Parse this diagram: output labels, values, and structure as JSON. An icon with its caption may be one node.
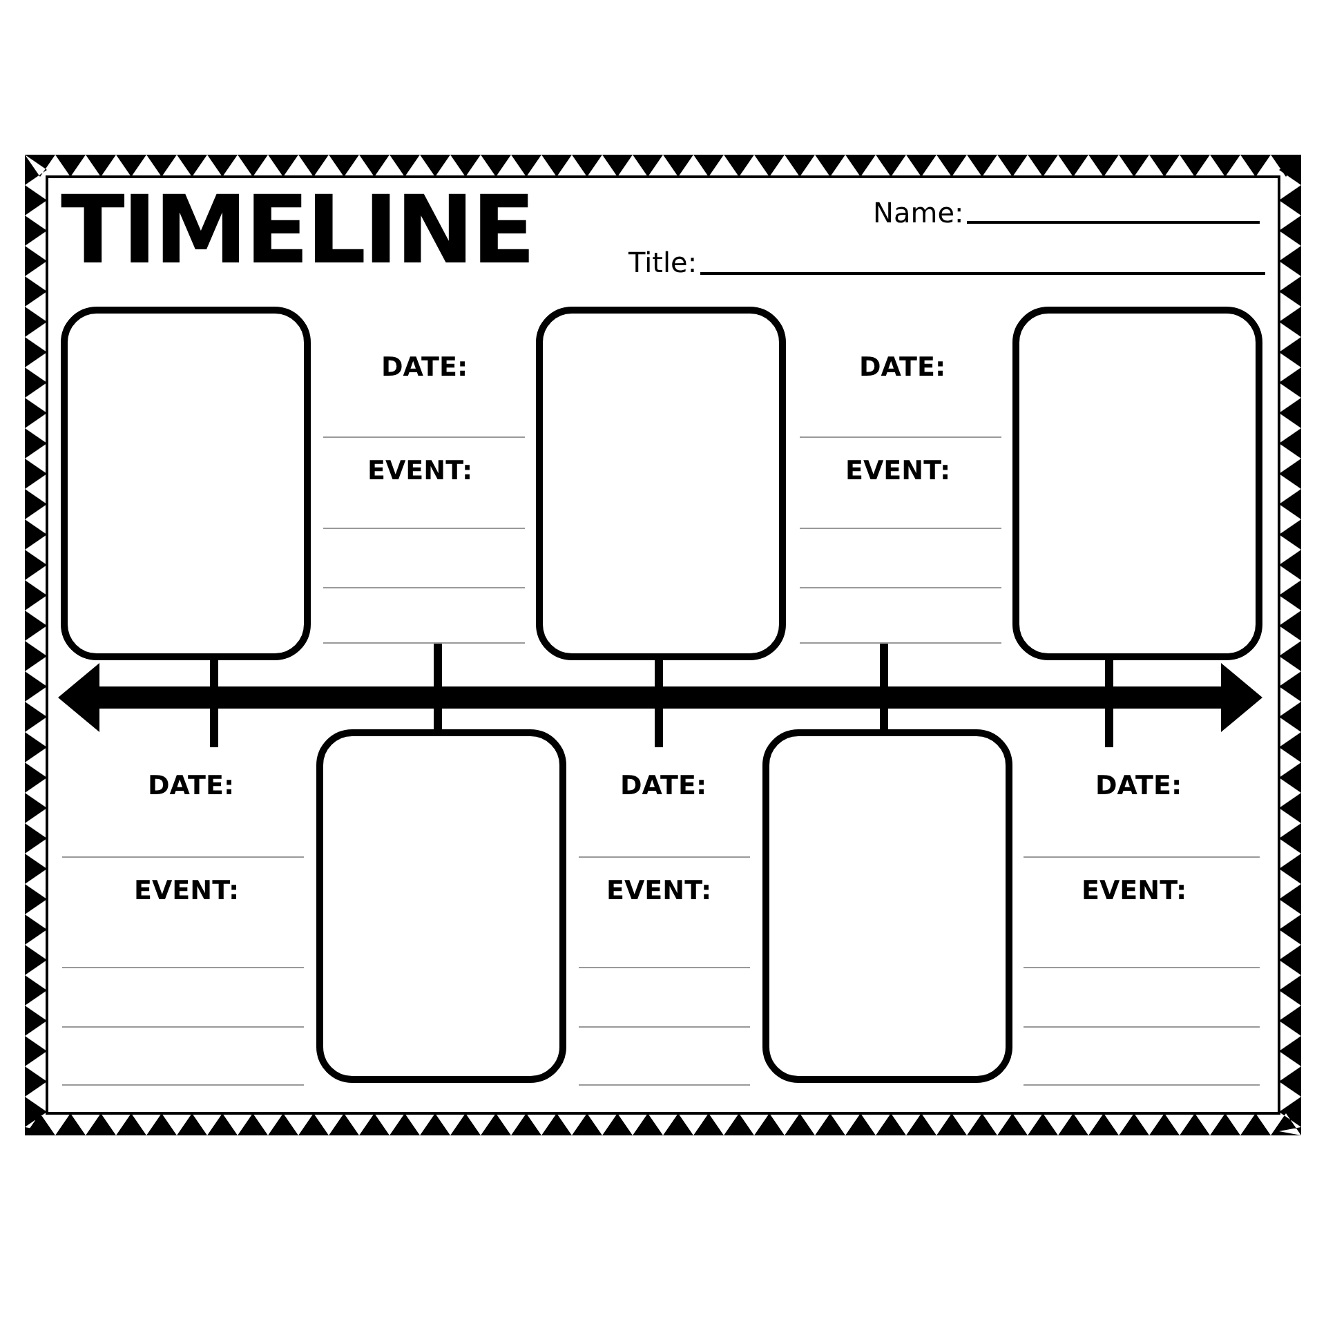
{
  "diagram": {
    "title": "TIMELINE",
    "nodes": [
      {
        "text": [],
        "shape": "box"
      },
      {
        "text": [],
        "shape": "box"
      },
      {
        "text": [],
        "shape": "box"
      },
      {
        "text": [],
        "shape": "bar"
      },
      {
        "text": [],
        "shape": "box"
      },
      {
        "text": [],
        "shape": "box"
      }
    ],
    "edges": [
      {
        "from": 0,
        "to": 3,
        "arrow": "none"
      },
      {
        "from": 4,
        "to": 3,
        "arrow": "none"
      },
      {
        "from": 1,
        "to": 3,
        "arrow": "none"
      },
      {
        "from": 5,
        "to": 3,
        "arrow": "none"
      },
      {
        "from": 2,
        "to": 3,
        "arrow": "none"
      }
    ],
    "labels": [
      "Name:",
      "Title:",
      "DATE:",
      "DATE:",
      "EVENT:",
      "EVENT:",
      "DATE:",
      "DATE:",
      "DATE:",
      "EVENT:",
      "EVENT:",
      "EVENT:"
    ]
  }
}
